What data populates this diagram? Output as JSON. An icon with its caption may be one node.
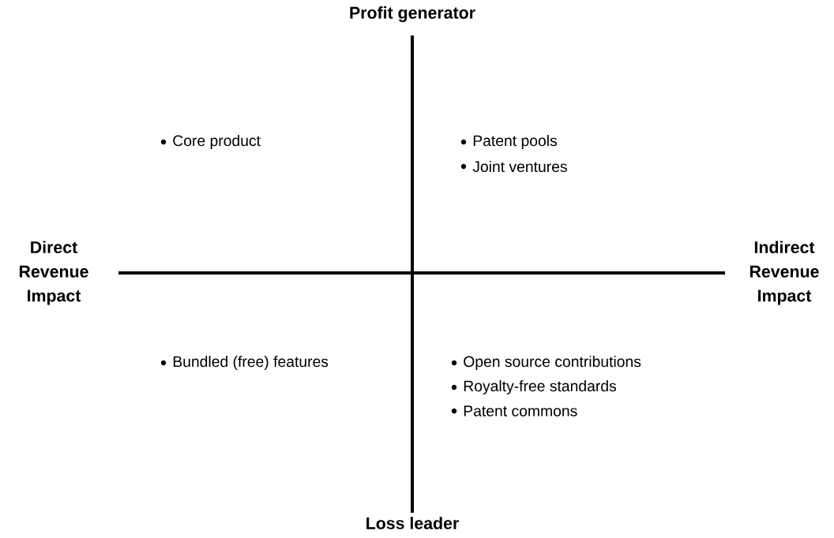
{
  "diagram": {
    "labels": [
      "Profit generator",
      "Core product",
      "Patent pools",
      "Joint ventures",
      "Direct Revenue Impact",
      "Indirect Revenue Impact",
      "Bundled (free) features",
      "Open source contributions",
      "Royalty-free standards",
      "Patent commons",
      "Loss leader"
    ]
  }
}
